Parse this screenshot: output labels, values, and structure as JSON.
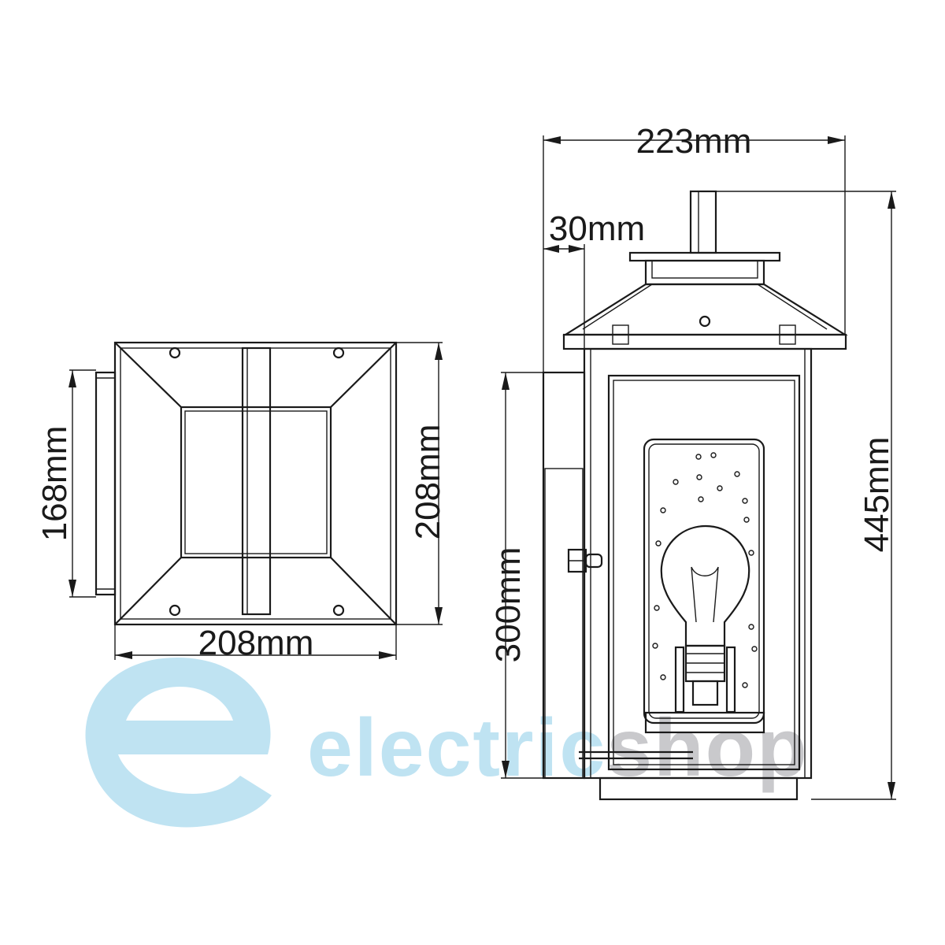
{
  "dimensions": {
    "front_width": "208mm",
    "front_height": "208mm",
    "backplate_height": "168mm",
    "total_depth": "223mm",
    "wall_offset": "30mm",
    "total_height": "445mm",
    "backplate_length": "300mm"
  },
  "watermark": {
    "text_part1": "electric",
    "text_part2": "shop",
    "color_part1": "#bfe3f2",
    "color_part2": "#c9c9cc",
    "logo_icon": "letter-e-logo-icon"
  }
}
